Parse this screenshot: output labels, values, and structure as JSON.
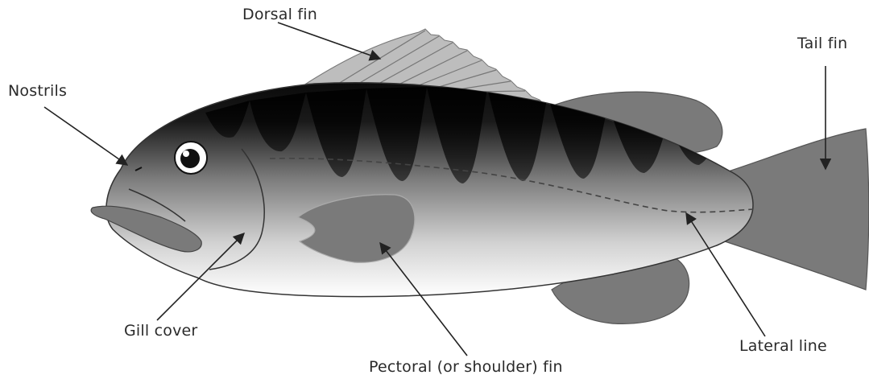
{
  "diagram": {
    "labels": {
      "dorsal_fin": "Dorsal fin",
      "tail_fin": "Tail fin",
      "nostrils": "Nostrils",
      "gill_cover": "Gill cover",
      "lateral_line": "Lateral line",
      "pectoral_fin": "Pectoral (or shoulder) fin"
    },
    "colors": {
      "body_top": "#0a0a0a",
      "body_bottom": "#ffffff",
      "fin_gray": "#7a7a7a",
      "dorsal_fin": "#bdbdbd",
      "outline": "#333333",
      "label_text": "#2a2a2a"
    }
  }
}
